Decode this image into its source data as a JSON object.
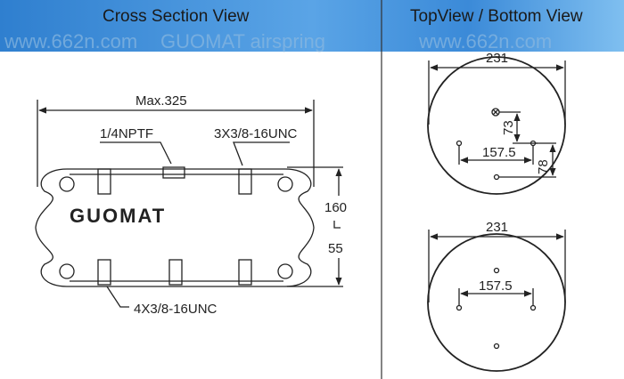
{
  "header": {
    "left_title": "Cross  Section  View",
    "right_title": "TopView / Bottom  View",
    "watermark_url": "www.662n.com",
    "watermark_brand": "GUOMAT  airspring"
  },
  "cross_section": {
    "max_label": "Max.325",
    "port_label": "1/4NPTF",
    "top_thread_label": "3X3/8-16UNC",
    "bottom_thread_label": "4X3/8-16UNC",
    "brand": "GUOMAT",
    "height_max": "160",
    "height_min": "55"
  },
  "top_view": {
    "diameter": "231",
    "offset_vertical": "73",
    "bolt_spacing": "157.5",
    "offset_lower": "78"
  },
  "bottom_view": {
    "diameter": "231",
    "bolt_spacing": "157.5"
  },
  "colors": {
    "header_blue": "#3f8fd6",
    "line": "#222222"
  }
}
